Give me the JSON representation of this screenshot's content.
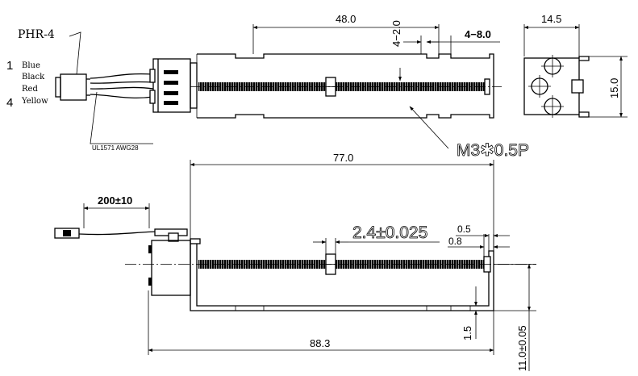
{
  "connector": {
    "type": "PHR-4",
    "pin_first": "1",
    "pin_last": "4",
    "wires": [
      "Blue",
      "Black",
      "Red",
      "Yellow"
    ],
    "cable": "UL1571 AWG28"
  },
  "top_view": {
    "dim_length": "48.0",
    "dim_slot_gap": "4−2.0",
    "dim_slot_range": "4−8.0",
    "thread": "M3✱0.5P"
  },
  "end_view": {
    "width": "14.5",
    "height": "15.0"
  },
  "side_view": {
    "lead_length": "200±10",
    "frame_length": "77.0",
    "pitch": "2.4±0.025",
    "gap_a": "0.5",
    "gap_b": "0.8",
    "total_length": "88.3",
    "base_thickness": "1.5",
    "total_height": "11.0±0.05"
  }
}
